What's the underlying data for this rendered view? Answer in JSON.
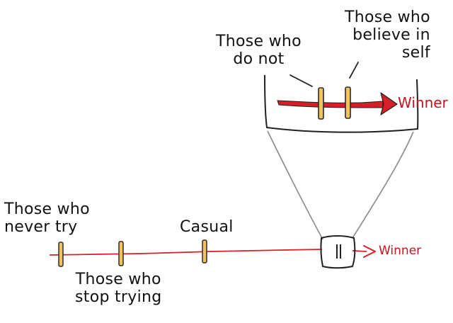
{
  "labels": {
    "never_try": [
      "Those who",
      "never try"
    ],
    "stop_trying": [
      "Those who",
      "stop trying"
    ],
    "casual": "Casual",
    "do_not": [
      "Those who",
      "do not"
    ],
    "believe": [
      "Those who",
      "believe in",
      "self"
    ]
  },
  "winner_label": "Winner",
  "colors": {
    "arrow": "#d81e26",
    "marker_fill": "#f3c25b",
    "marker_stroke": "#2b2b2b",
    "outline": "#1f1f1f",
    "zoom_lines": "#8a8a8a",
    "winner_text": "#c8141e"
  }
}
